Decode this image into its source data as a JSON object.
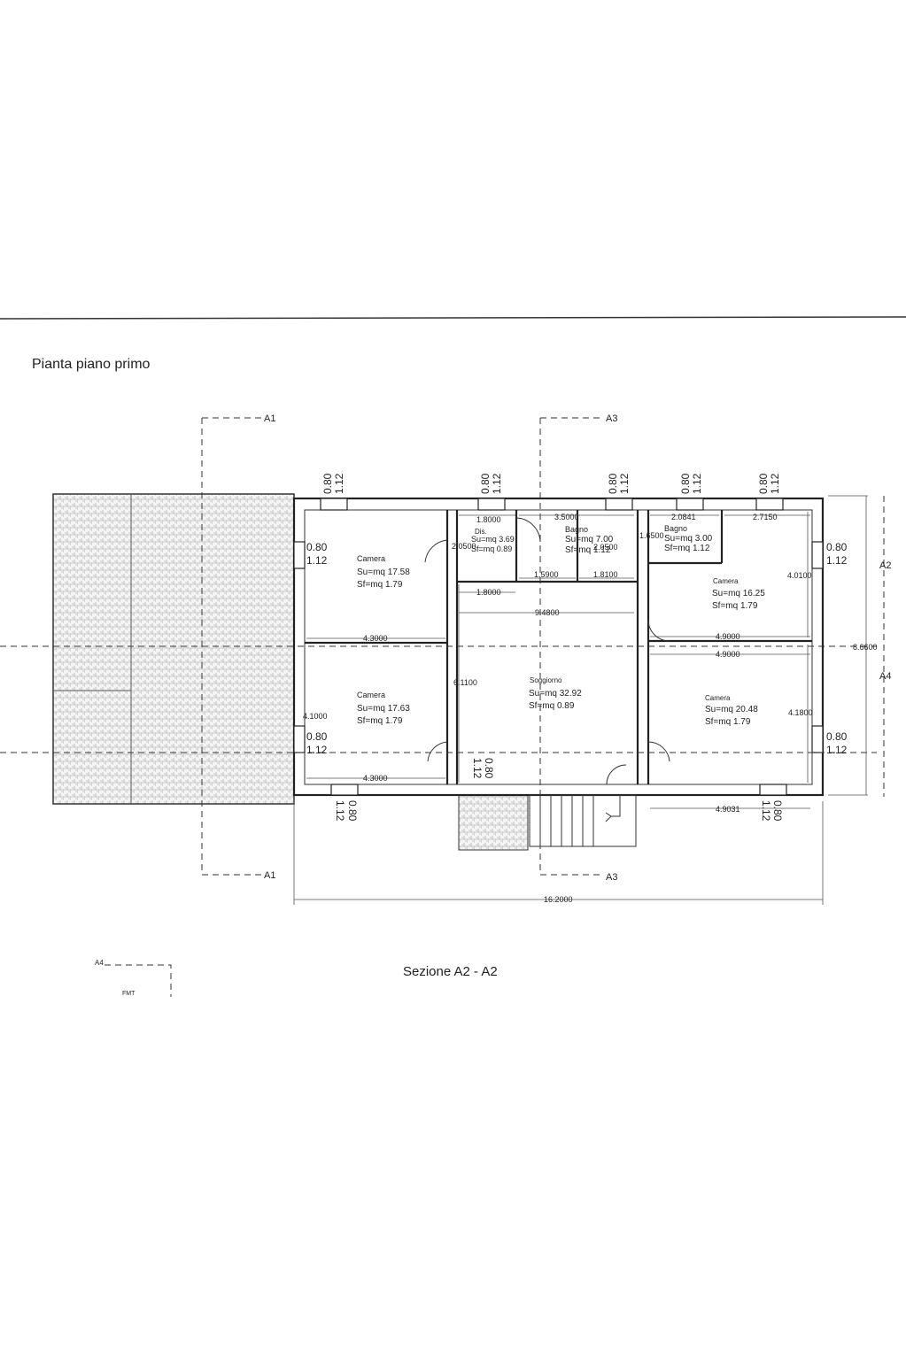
{
  "sheet": {
    "title": "Pianta piano primo",
    "section_title": "Sezione A2 - A2",
    "total_width_dim": "16.2000",
    "right_dim": "8.6600",
    "corner_mark": "A4",
    "corner_mark_small": "FMT"
  },
  "sections": {
    "A1": "A1",
    "A2": "A2",
    "A3": "A3",
    "A4": "A4"
  },
  "rooms": [
    {
      "id": "camera-nw",
      "name": "Camera",
      "su": "Su=mq 17.58",
      "sf": "Sf=mq 1.79"
    },
    {
      "id": "camera-sw",
      "name": "Camera",
      "su": "Su=mq 17.63",
      "sf": "Sf=mq 1.79"
    },
    {
      "id": "dis",
      "name": "Dis.",
      "su": "Su=mq 3.69",
      "sf": "Sf=mq 0.89"
    },
    {
      "id": "bagno-1",
      "name": "Bagno",
      "su": "Su=mq 7.00",
      "sf": "Sf=mq 1.12"
    },
    {
      "id": "bagno-2",
      "name": "Bagno",
      "su": "Su=mq 3.00",
      "sf": "Sf=mq 1.12"
    },
    {
      "id": "camera-ne",
      "name": "Camera",
      "su": "Su=mq 16.25",
      "sf": "Sf=mq 1.79"
    },
    {
      "id": "soggiorno",
      "name": "Soggiorno",
      "su": "Su=mq 32.92",
      "sf": "Sf=mq 0.89"
    },
    {
      "id": "camera-se",
      "name": "Camera",
      "su": "Su=mq 20.48",
      "sf": "Sf=mq 1.79"
    }
  ],
  "window_labels": {
    "top": "0.80",
    "bottom": "1.12"
  },
  "dims": {
    "d_4300a": "4.3000",
    "d_4300b": "4.3000",
    "d_4100": "4.1000",
    "d_1800a": "1.8000",
    "d_1800b": "1.8000",
    "d_3500": "3.5000",
    "d_2050a": "2.0500",
    "d_2050b": "2.0500",
    "d_1590": "1.5900",
    "d_1810": "1.8100",
    "d_1650": "1.6500",
    "d_2084": "2.0841",
    "d_2715": "2.7150",
    "d_4010": "4.0100",
    "d_4900a": "4.9000",
    "d_4900b": "4.9000",
    "d_4180": "4.1800",
    "d_9480": "9.4800",
    "d_6110": "6.1100",
    "d_4903": "4.9031"
  }
}
